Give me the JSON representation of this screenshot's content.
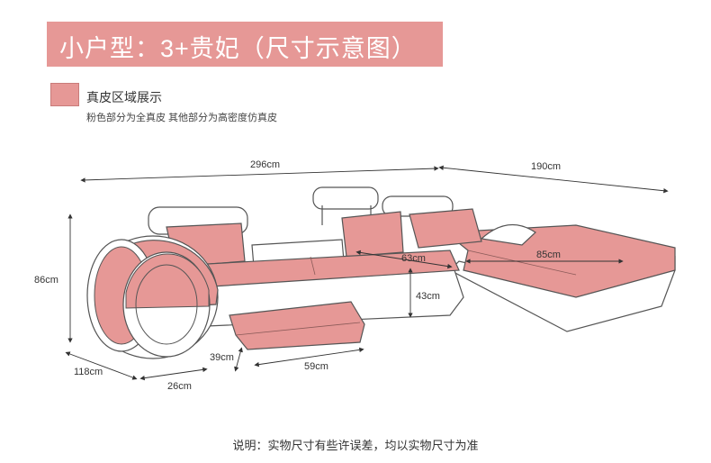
{
  "header": {
    "title": "小户型：3+贵妃（尺寸示意图）"
  },
  "legend": {
    "swatch_color": "#e69896",
    "title": "真皮区域展示",
    "subtitle": "粉色部分为全真皮  其他部分为高密度仿真皮"
  },
  "dimensions": {
    "length_main": "296cm",
    "length_chaise": "190cm",
    "height": "86cm",
    "depth_main": "63cm",
    "chaise_depth": "85cm",
    "seat_height": "43cm",
    "armrest_depth": "118cm",
    "armrest_width": "26cm",
    "footrest_height": "39cm",
    "footrest_length": "59cm"
  },
  "colors": {
    "leather": "#e69896",
    "outline": "#555555",
    "body": "#ffffff"
  },
  "footnote": "说明：实物尺寸有些许误差，均以实物尺寸为准"
}
